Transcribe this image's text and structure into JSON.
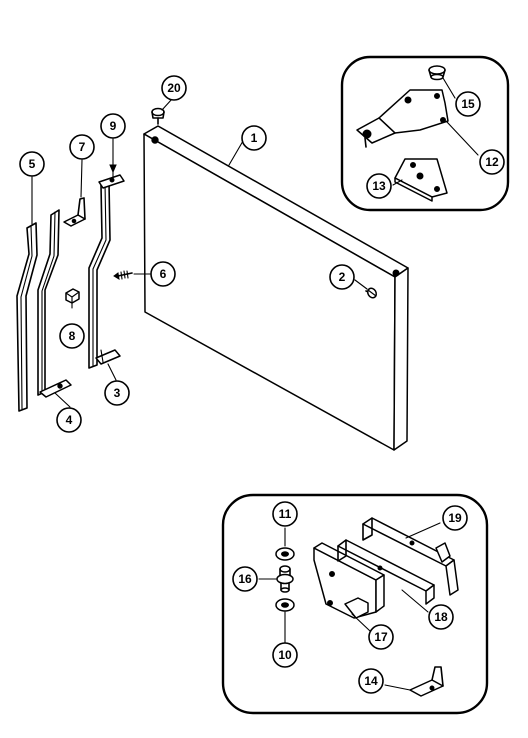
{
  "callouts": [
    "1",
    "2",
    "3",
    "4",
    "5",
    "6",
    "7",
    "8",
    "9",
    "10",
    "11",
    "12",
    "13",
    "14",
    "15",
    "16",
    "17",
    "18",
    "19",
    "20"
  ],
  "colors": {
    "line": "#000000",
    "background": "#ffffff"
  }
}
